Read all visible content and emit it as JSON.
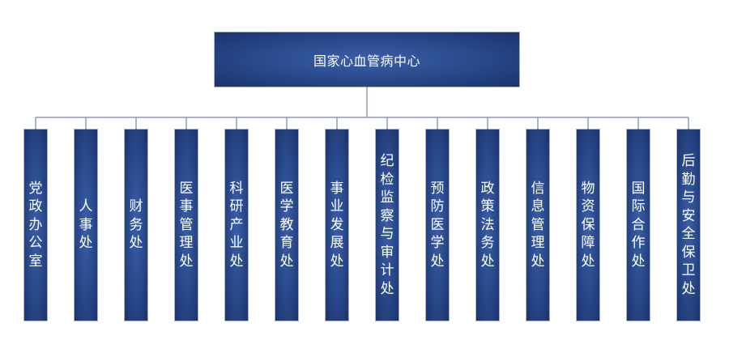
{
  "root": {
    "label": "国家心血管病中心"
  },
  "departments": [
    {
      "label": "党政办公室"
    },
    {
      "label": "人事处"
    },
    {
      "label": "财务处"
    },
    {
      "label": "医事管理处"
    },
    {
      "label": "科研产业处"
    },
    {
      "label": "医学教育处"
    },
    {
      "label": "事业发展处"
    },
    {
      "label": "纪检监察与审计处"
    },
    {
      "label": "预防医学处"
    },
    {
      "label": "政策法务处"
    },
    {
      "label": "信息管理处"
    },
    {
      "label": "物资保障处"
    },
    {
      "label": "国际合作处"
    },
    {
      "label": "后勤与安全保卫处"
    }
  ],
  "colors": {
    "box_dark": "#1b336c",
    "box_mid": "#284889",
    "box_light": "#3a5ea8",
    "connector": "#8c9bb0",
    "text": "#ffffff"
  }
}
